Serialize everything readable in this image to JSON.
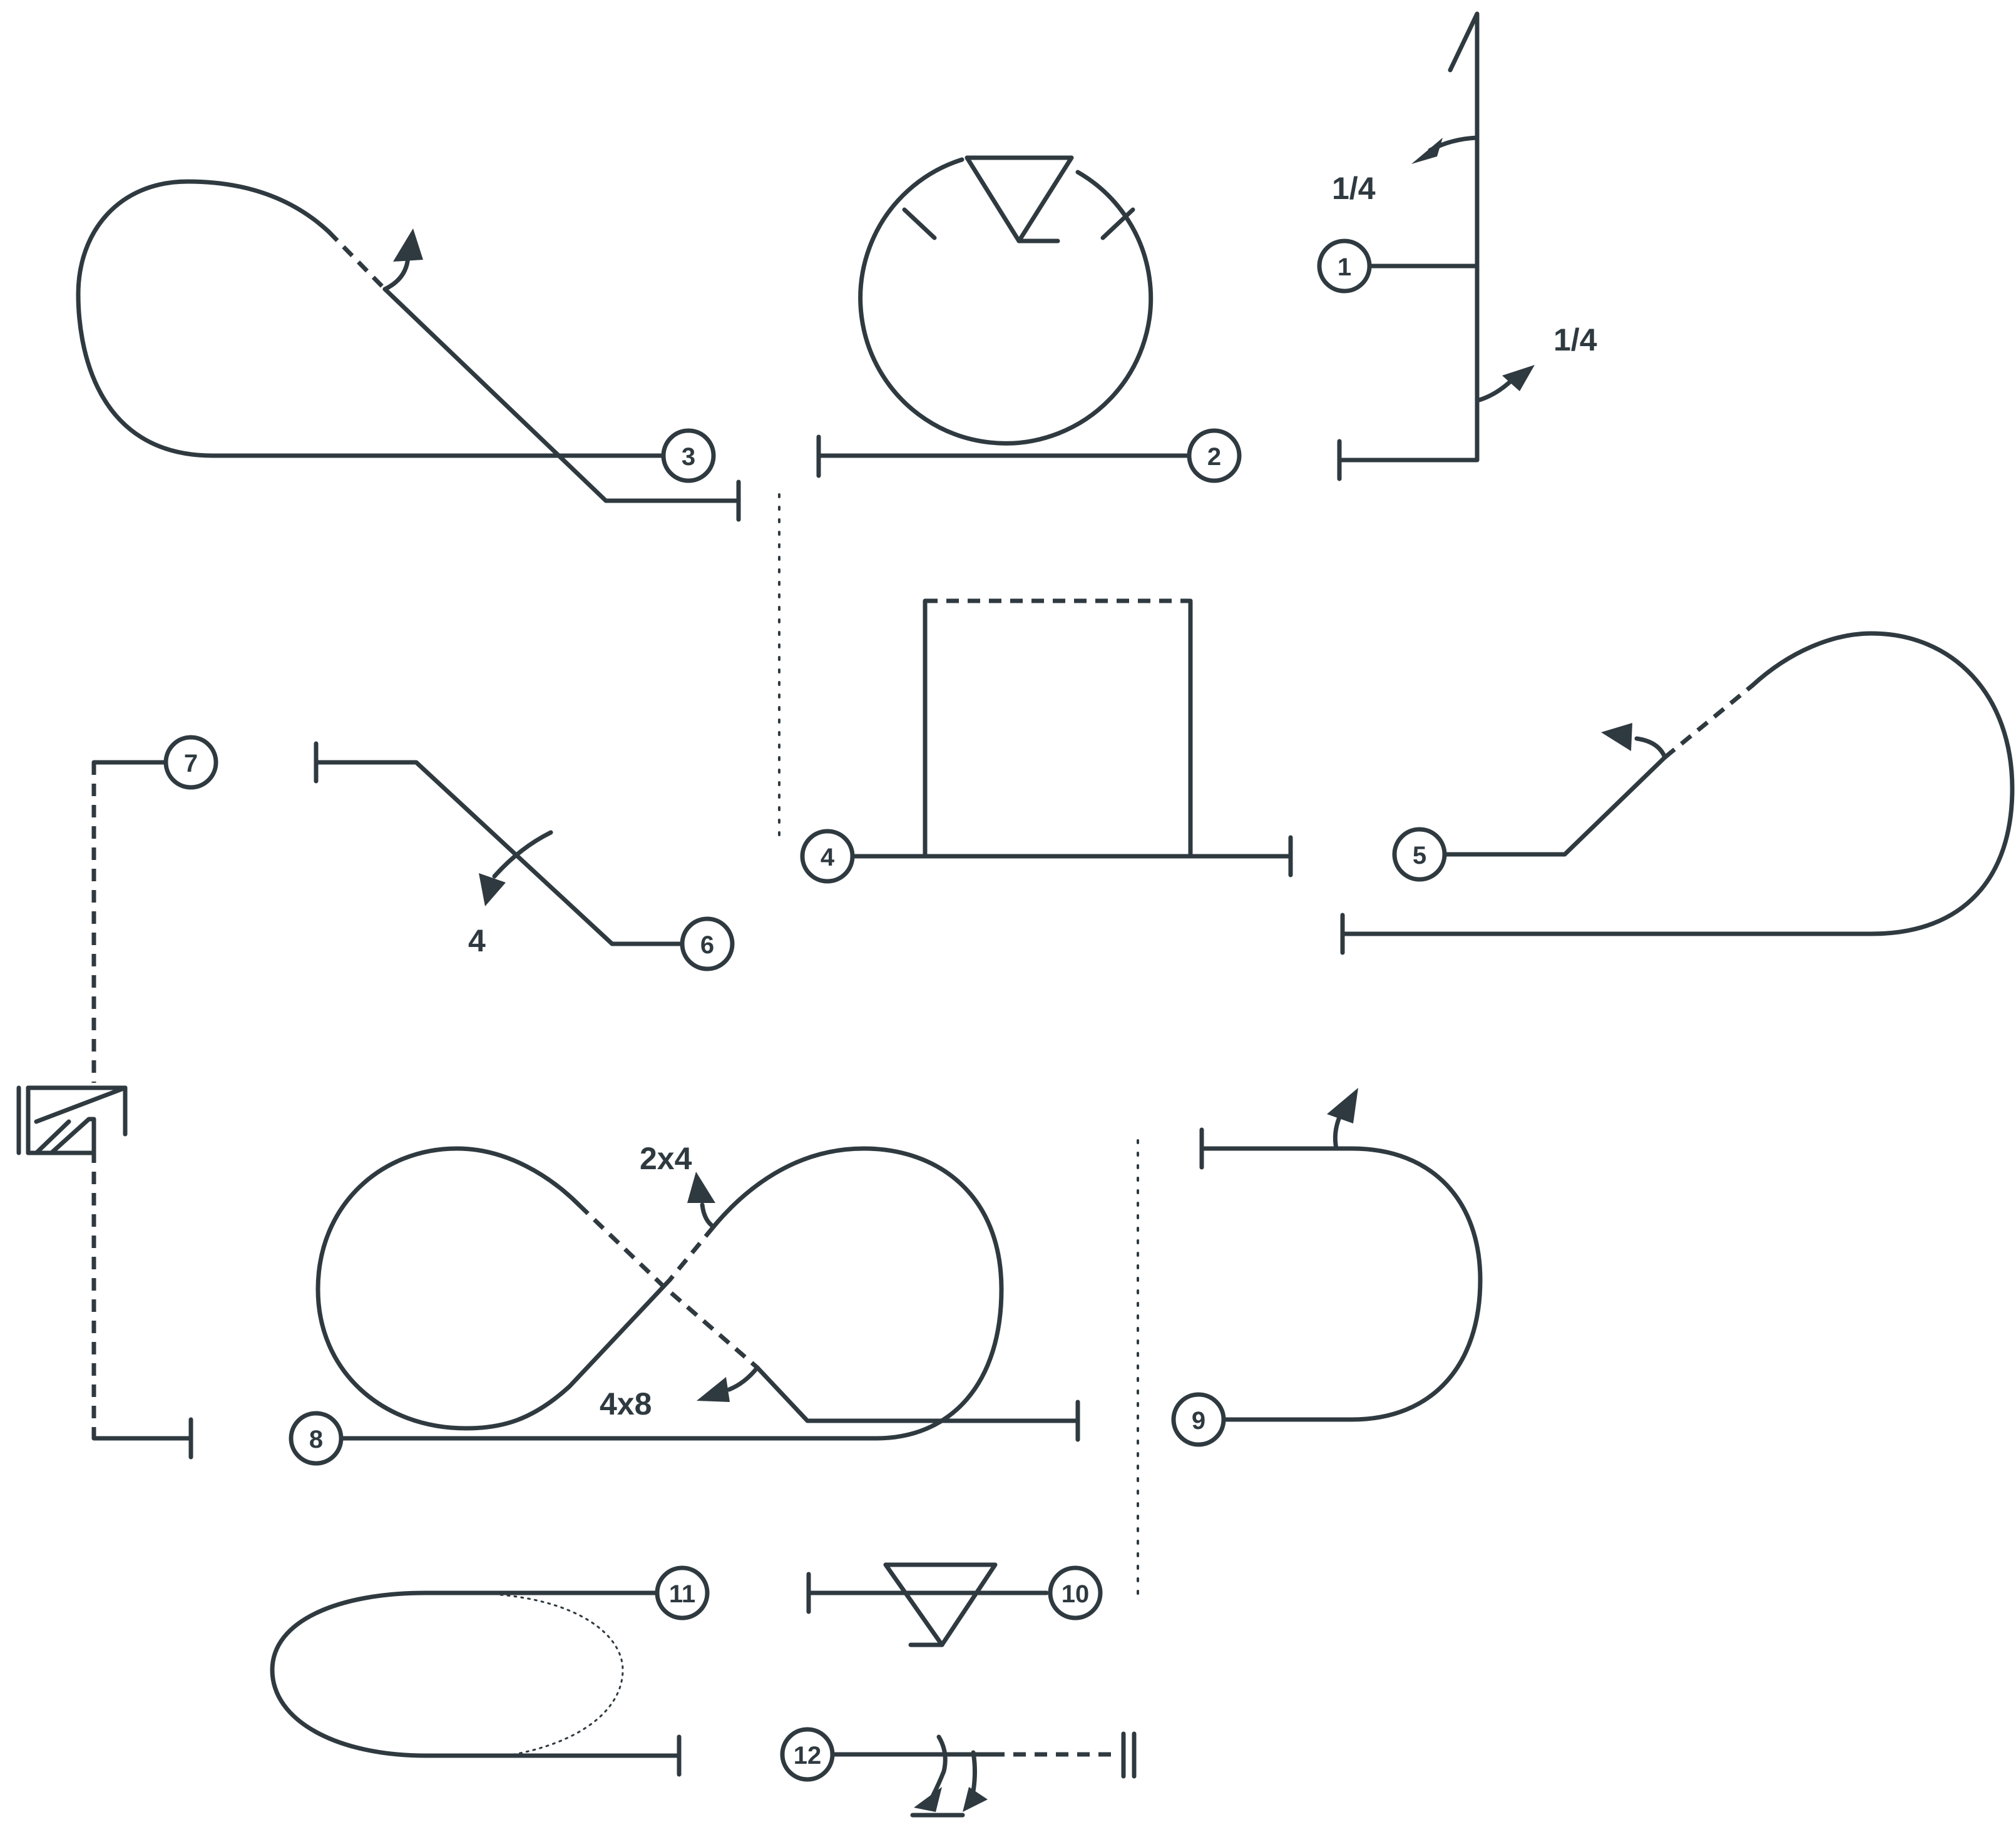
{
  "colors": {
    "ink": "#2f3a40",
    "background": "#ffffff"
  },
  "figures": [
    {
      "number": "1",
      "annotations": [
        "1/4",
        "1/4"
      ]
    },
    {
      "number": "2",
      "annotations": []
    },
    {
      "number": "3",
      "annotations": []
    },
    {
      "number": "4",
      "annotations": []
    },
    {
      "number": "5",
      "annotations": []
    },
    {
      "number": "6",
      "annotations": [
        "4"
      ]
    },
    {
      "number": "7",
      "annotations": []
    },
    {
      "number": "8",
      "annotations": [
        "2x4",
        "4x8"
      ]
    },
    {
      "number": "9",
      "annotations": []
    },
    {
      "number": "10",
      "annotations": []
    },
    {
      "number": "11",
      "annotations": []
    },
    {
      "number": "12",
      "annotations": []
    }
  ]
}
